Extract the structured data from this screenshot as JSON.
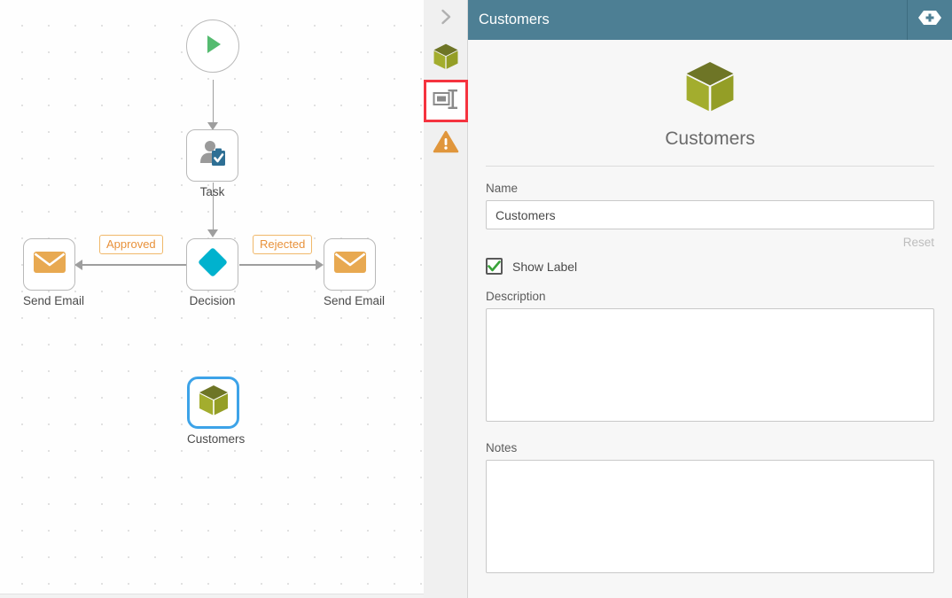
{
  "canvas": {
    "name": "workflow-canvas",
    "nodes": [
      {
        "id": "start",
        "type": "start-event",
        "label": "",
        "icon": "play-icon"
      },
      {
        "id": "task",
        "type": "user-task",
        "label": "Task",
        "icon": "user-task-icon"
      },
      {
        "id": "decision",
        "type": "decision",
        "label": "Decision",
        "icon": "diamond-icon"
      },
      {
        "id": "email-left",
        "type": "send-email",
        "label": "Send Email",
        "icon": "envelope-icon"
      },
      {
        "id": "email-right",
        "type": "send-email",
        "label": "Send Email",
        "icon": "envelope-icon"
      },
      {
        "id": "customers",
        "type": "entity",
        "label": "Customers",
        "icon": "cube-icon",
        "selected": true
      }
    ],
    "edge_labels": {
      "approved": "Approved",
      "rejected": "Rejected"
    }
  },
  "rail": {
    "collapse_tooltip": "",
    "items": [
      {
        "id": "collapse",
        "icon": "chevron-right-icon",
        "active": false
      },
      {
        "id": "entities",
        "icon": "cube-icon",
        "active": false
      },
      {
        "id": "properties",
        "icon": "properties-panel-icon",
        "active": true
      },
      {
        "id": "problems",
        "icon": "warning-triangle-icon",
        "active": false
      }
    ]
  },
  "panel": {
    "title": "Customers",
    "add_icon": "add-hexagon-icon",
    "hero": {
      "icon": "cube-icon",
      "name": "Customers"
    },
    "fields": {
      "name_label": "Name",
      "name_value": "Customers",
      "name_placeholder": "",
      "reset_label": "Reset",
      "show_label_text": "Show Label",
      "show_label_checked": true,
      "description_label": "Description",
      "description_value": "",
      "description_placeholder": "",
      "notes_label": "Notes",
      "notes_value": "",
      "notes_placeholder": ""
    }
  },
  "colors": {
    "header_blue": "#4d7f94",
    "selection_red": "#f5333f",
    "node_selected_blue": "#3da3e8",
    "cube_green": "#a3ad2e",
    "cube_top_green": "#6e7526",
    "envelope_orange": "#e8a951",
    "edge_label_orange": "#e8913a",
    "decision_cyan": "#00b2ce",
    "play_green": "#55bb70",
    "warning_orange": "#e0963c",
    "task_blue": "#2e6f94"
  }
}
